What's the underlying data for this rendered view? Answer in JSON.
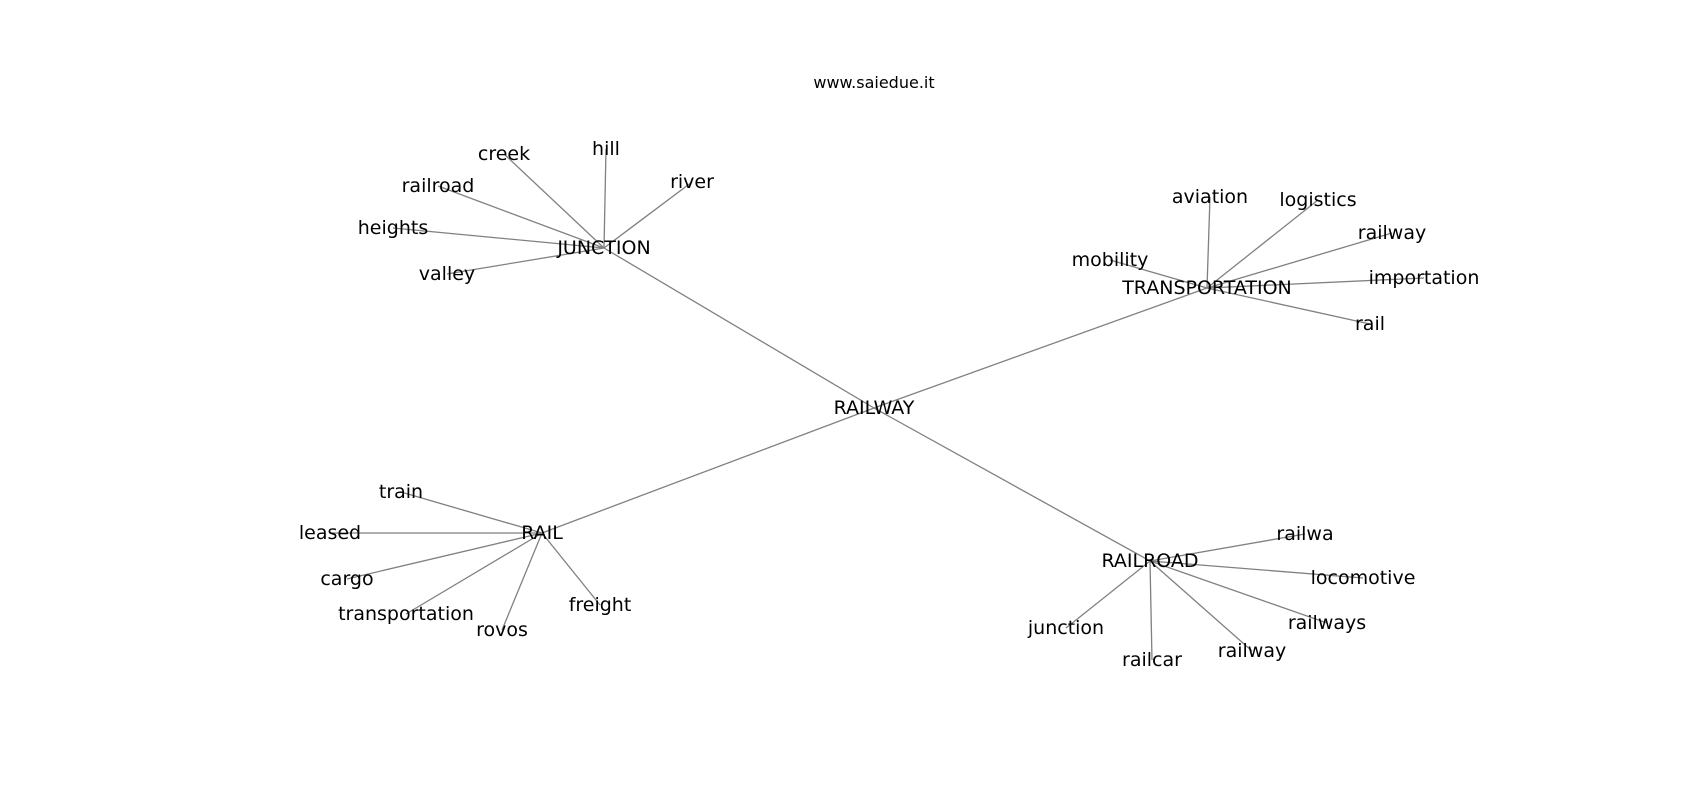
{
  "site": "www.saiedue.it",
  "center": "RAILWAY",
  "clusters": [
    {
      "id": "junction",
      "label": "JUNCTION",
      "leaves": [
        "creek",
        "hill",
        "river",
        "railroad",
        "heights",
        "valley"
      ]
    },
    {
      "id": "transportation",
      "label": "TRANSPORTATION",
      "leaves": [
        "aviation",
        "logistics",
        "railway",
        "mobility",
        "importation",
        "rail"
      ]
    },
    {
      "id": "rail",
      "label": "RAIL",
      "leaves": [
        "train",
        "leased",
        "cargo",
        "transportation",
        "rovos",
        "freight"
      ]
    },
    {
      "id": "railroad",
      "label": "RAILROAD",
      "leaves": [
        "railwa",
        "locomotive",
        "railways",
        "railway",
        "railcar",
        "junction"
      ]
    }
  ]
}
